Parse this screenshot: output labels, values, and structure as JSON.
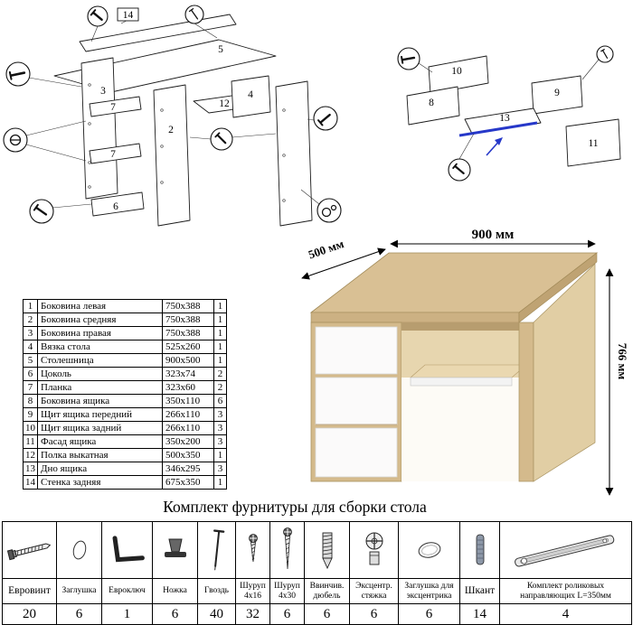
{
  "colors": {
    "wood": "#d9c094",
    "drawer_front": "#fbfafa",
    "guide_blue": "#2638c9"
  },
  "diagram_left": {
    "labels": [
      "14",
      "5",
      "3",
      "7",
      "7",
      "6",
      "2",
      "12",
      "4"
    ]
  },
  "diagram_right": {
    "labels": [
      "10",
      "8",
      "9",
      "13",
      "11"
    ]
  },
  "desk": {
    "width_label": "900 мм",
    "depth_label": "500 мм",
    "height_label": "766 мм"
  },
  "parts_list": {
    "rows": [
      {
        "num": "1",
        "name": "Боковина левая",
        "size": "750x388",
        "qty": "1"
      },
      {
        "num": "2",
        "name": "Боковина средняя",
        "size": "750x388",
        "qty": "1"
      },
      {
        "num": "3",
        "name": "Боковина правая",
        "size": "750x388",
        "qty": "1"
      },
      {
        "num": "4",
        "name": "Вязка стола",
        "size": "525x260",
        "qty": "1"
      },
      {
        "num": "5",
        "name": "Столешница",
        "size": "900x500",
        "qty": "1"
      },
      {
        "num": "6",
        "name": "Цоколь",
        "size": "323x74",
        "qty": "2"
      },
      {
        "num": "7",
        "name": "Планка",
        "size": "323x60",
        "qty": "2"
      },
      {
        "num": "8",
        "name": "Боковина ящика",
        "size": "350x110",
        "qty": "6"
      },
      {
        "num": "9",
        "name": "Щит ящика передний",
        "size": "266x110",
        "qty": "3"
      },
      {
        "num": "10",
        "name": "Щит ящика задний",
        "size": "266x110",
        "qty": "3"
      },
      {
        "num": "11",
        "name": "Фасад ящика",
        "size": "350x200",
        "qty": "3"
      },
      {
        "num": "12",
        "name": "Полка выкатная",
        "size": "500x350",
        "qty": "1"
      },
      {
        "num": "13",
        "name": "Дно ящика",
        "size": "346x295",
        "qty": "3"
      },
      {
        "num": "14",
        "name": "Стенка задняя",
        "size": "675x350",
        "qty": "1"
      }
    ]
  },
  "hardware_kit": {
    "title": "Комплект фурнитуры для сборки стола",
    "items": [
      {
        "name": "Евровинт",
        "qty": "20",
        "icon": "euro-screw"
      },
      {
        "name": "Заглушка",
        "qty": "6",
        "icon": "cap"
      },
      {
        "name": "Евроключ",
        "qty": "1",
        "icon": "hex-key"
      },
      {
        "name": "Ножка",
        "qty": "6",
        "icon": "foot"
      },
      {
        "name": "Гвоздь",
        "qty": "40",
        "icon": "nail"
      },
      {
        "name": "Шуруп 4х16",
        "qty": "32",
        "icon": "screw-short"
      },
      {
        "name": "Шуруп 4х30",
        "qty": "6",
        "icon": "screw-long"
      },
      {
        "name": "Ввинчив. дюбель",
        "qty": "6",
        "icon": "screw-in-dowel"
      },
      {
        "name": "Эксцентр. стяжка",
        "qty": "6",
        "icon": "cam-lock"
      },
      {
        "name": "Заглушка для эксцентрика",
        "qty": "6",
        "icon": "cam-cap"
      },
      {
        "name": "Шкант",
        "qty": "14",
        "icon": "wood-dowel"
      },
      {
        "name": "Комплект роликовых направляющих L=350мм",
        "qty": "4",
        "icon": "drawer-slide"
      }
    ]
  }
}
